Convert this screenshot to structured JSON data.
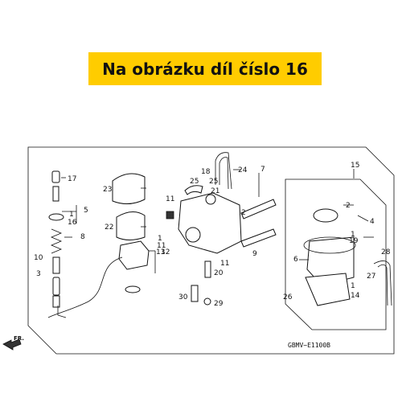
{
  "banner": {
    "text": "Na obrázku díl číslo 16",
    "color": "#ffcc00"
  },
  "diagram": {
    "code": "GBMV−E1100B",
    "front_marker": "FR.",
    "callouts": [
      "1",
      "2",
      "3",
      "4",
      "5",
      "6",
      "7",
      "8",
      "9",
      "10",
      "11",
      "12",
      "13",
      "14",
      "15",
      "16",
      "17",
      "18",
      "19",
      "20",
      "21",
      "22",
      "23",
      "24",
      "25",
      "26",
      "27",
      "28",
      "29",
      "30"
    ]
  }
}
